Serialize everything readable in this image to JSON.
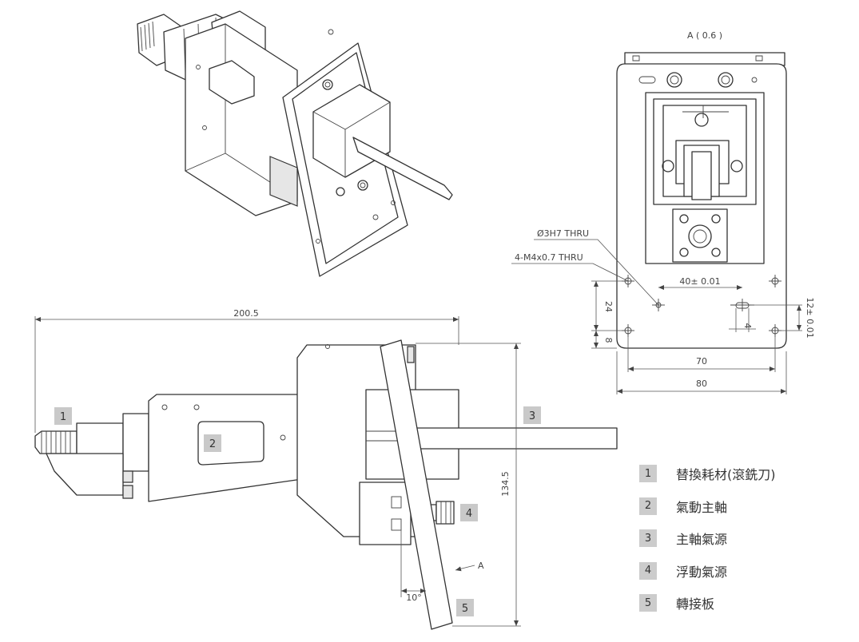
{
  "legend": [
    {
      "num": "1",
      "label": "替換耗材(滾銑刀)"
    },
    {
      "num": "2",
      "label": "氣動主軸"
    },
    {
      "num": "3",
      "label": "主軸氣源"
    },
    {
      "num": "4",
      "label": "浮動氣源"
    },
    {
      "num": "5",
      "label": "轉接板"
    }
  ],
  "side_view": {
    "width_dim": "200.5",
    "height_dim": "134.5",
    "angle_dim": "10°",
    "view_arrow": "A",
    "callouts": [
      "1",
      "2",
      "3",
      "4",
      "5"
    ]
  },
  "plate_view": {
    "title": "A ( 0.6 )",
    "hole_note_1": "Ø3H7 THRU",
    "hole_note_2": "4-M4x0.7 THRU",
    "dim_40": "40± 0.01",
    "dim_24": "24",
    "dim_8": "8",
    "dim_12": "12± 0.01",
    "dim_4": "4",
    "dim_70": "70",
    "dim_80": "80"
  }
}
